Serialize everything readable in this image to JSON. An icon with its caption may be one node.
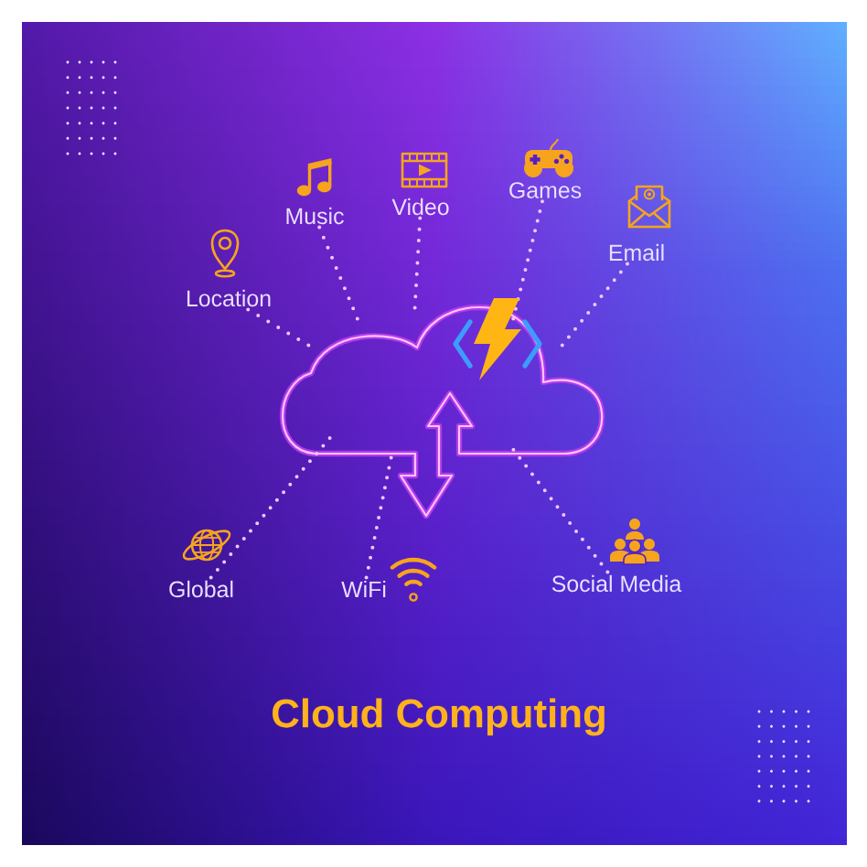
{
  "diagram": {
    "title": "Cloud Computing",
    "nodes": [
      {
        "text": [
          "Location"
        ]
      },
      {
        "text": [
          "Music"
        ]
      },
      {
        "text": [
          "Video"
        ]
      },
      {
        "text": [
          "Games"
        ]
      },
      {
        "text": [
          "Email"
        ]
      },
      {
        "text": [],
        "shape": "cloud"
      },
      {
        "text": [
          "Global"
        ]
      },
      {
        "text": [
          "WiFi"
        ]
      },
      {
        "text": [
          "Social Media"
        ]
      }
    ],
    "edges": [
      {
        "from": 0,
        "to": 5,
        "arrow": "none"
      },
      {
        "from": 1,
        "to": 5,
        "arrow": "none"
      },
      {
        "from": 2,
        "to": 5,
        "arrow": "none"
      },
      {
        "from": 3,
        "to": 5,
        "arrow": "none"
      },
      {
        "from": 4,
        "to": 5,
        "arrow": "none"
      },
      {
        "from": 6,
        "to": 5,
        "arrow": "none"
      },
      {
        "from": 7,
        "to": 5,
        "arrow": "none"
      },
      {
        "from": 8,
        "to": 5,
        "arrow": "none"
      }
    ]
  }
}
